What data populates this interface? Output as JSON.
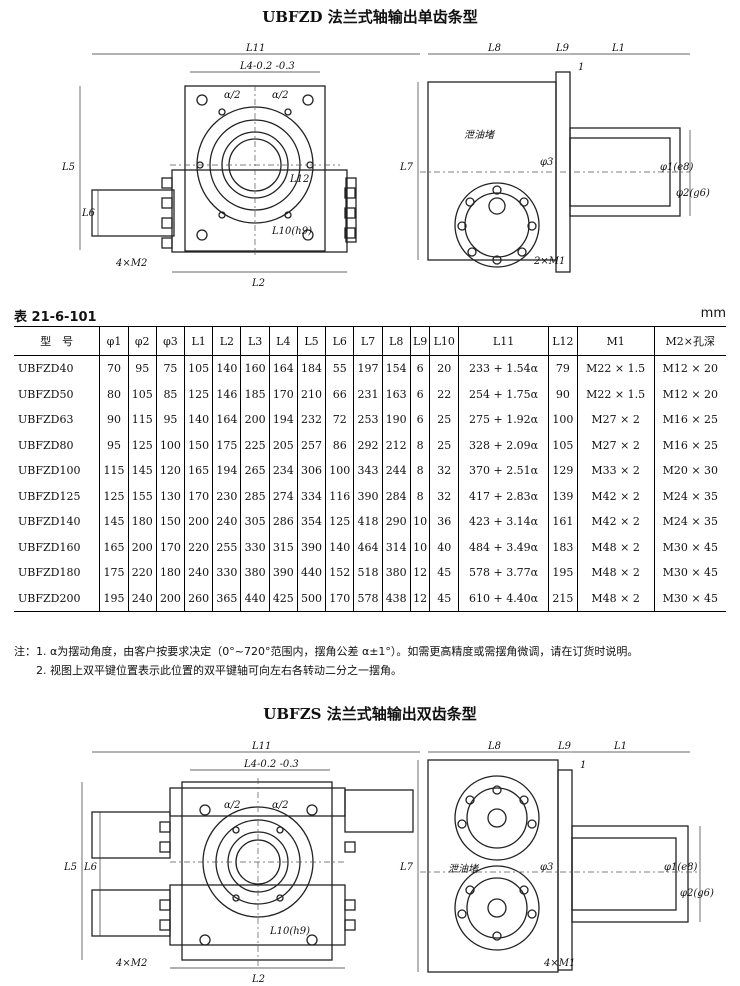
{
  "title_single": "UBFZD 法兰式轴输出单齿条型",
  "title_double": "UBFZS 法兰式轴输出双齿条型",
  "figure1_labels": {
    "L11": "L11",
    "L4": "L4-0.2 -0.3",
    "L8": "L8",
    "L9": "L9",
    "L1": "L1",
    "one": "1",
    "alpha_half_left": "α/2",
    "alpha_half_right": "α/2",
    "L12": "L12",
    "L5": "L5",
    "L6": "L6",
    "L7": "L7",
    "phi3": "φ3",
    "phi1": "φ1(e8)",
    "phi2": "φ2(g6)",
    "drain_plug": "泄油堵",
    "L10": "L10(h9)",
    "M2": "4×M2",
    "M1": "2×M1",
    "L2": "L2"
  },
  "figure2_labels": {
    "L11": "L11",
    "L4": "L4-0.2 -0.3",
    "L8": "L8",
    "L9": "L9",
    "L1": "L1",
    "one": "1",
    "alpha_half_left": "α/2",
    "alpha_half_right": "α/2",
    "L5": "L5",
    "L6": "L6",
    "L7": "L7",
    "phi3": "φ3",
    "phi1": "φ1(e8)",
    "phi2": "φ2(g6)",
    "drain_plug": "泄油堵",
    "L10": "L10(h9)",
    "M2": "4×M2",
    "M1": "4×M1",
    "L2": "L2"
  },
  "table_caption": "表 21-6-101",
  "unit": "mm",
  "headers": [
    "型　号",
    "φ1",
    "φ2",
    "φ3",
    "L1",
    "L2",
    "L3",
    "L4",
    "L5",
    "L6",
    "L7",
    "L8",
    "L9",
    "L10",
    "L11",
    "L12",
    "M1",
    "M2×孔深"
  ],
  "rows": [
    [
      "UBFZD40",
      "70",
      "95",
      "75",
      "105",
      "140",
      "160",
      "164",
      "184",
      "55",
      "197",
      "154",
      "6",
      "20",
      "233 + 1.54α",
      "79",
      "M22 × 1.5",
      "M12 × 20"
    ],
    [
      "UBFZD50",
      "80",
      "105",
      "85",
      "125",
      "146",
      "185",
      "170",
      "210",
      "66",
      "231",
      "163",
      "6",
      "22",
      "254 + 1.75α",
      "90",
      "M22 × 1.5",
      "M12 × 20"
    ],
    [
      "UBFZD63",
      "90",
      "115",
      "95",
      "140",
      "164",
      "200",
      "194",
      "232",
      "72",
      "253",
      "190",
      "6",
      "25",
      "275 + 1.92α",
      "100",
      "M27 × 2",
      "M16 × 25"
    ],
    [
      "UBFZD80",
      "95",
      "125",
      "100",
      "150",
      "175",
      "225",
      "205",
      "257",
      "86",
      "292",
      "212",
      "8",
      "25",
      "328 + 2.09α",
      "105",
      "M27 × 2",
      "M16 × 25"
    ],
    [
      "UBFZD100",
      "115",
      "145",
      "120",
      "165",
      "194",
      "265",
      "234",
      "306",
      "100",
      "343",
      "244",
      "8",
      "32",
      "370 + 2.51α",
      "129",
      "M33 × 2",
      "M20 × 30"
    ],
    [
      "UBFZD125",
      "125",
      "155",
      "130",
      "170",
      "230",
      "285",
      "274",
      "334",
      "116",
      "390",
      "284",
      "8",
      "32",
      "417 + 2.83α",
      "139",
      "M42 × 2",
      "M24 × 35"
    ],
    [
      "UBFZD140",
      "145",
      "180",
      "150",
      "200",
      "240",
      "305",
      "286",
      "354",
      "125",
      "418",
      "290",
      "10",
      "36",
      "423 + 3.14α",
      "161",
      "M42 × 2",
      "M24 × 35"
    ],
    [
      "UBFZD160",
      "165",
      "200",
      "170",
      "220",
      "255",
      "330",
      "315",
      "390",
      "140",
      "464",
      "314",
      "10",
      "40",
      "484 + 3.49α",
      "183",
      "M48 × 2",
      "M30 × 45"
    ],
    [
      "UBFZD180",
      "175",
      "220",
      "180",
      "240",
      "330",
      "380",
      "390",
      "440",
      "152",
      "518",
      "380",
      "12",
      "45",
      "578 + 3.77α",
      "195",
      "M48 × 2",
      "M30 × 45"
    ],
    [
      "UBFZD200",
      "195",
      "240",
      "200",
      "260",
      "365",
      "440",
      "425",
      "500",
      "170",
      "578",
      "438",
      "12",
      "45",
      "610 + 4.40α",
      "215",
      "M48 × 2",
      "M30 × 45"
    ]
  ],
  "notes": [
    "注：1. α为摆动角度，由客户按要求决定（0°~720°范围内，摆角公差 α±1°）。如需更高精度或需摆角微调，请在订货时说明。",
    "　　2. 视图上双平键位置表示此位置的双平键轴可向左右各转动二分之一摆角。"
  ]
}
